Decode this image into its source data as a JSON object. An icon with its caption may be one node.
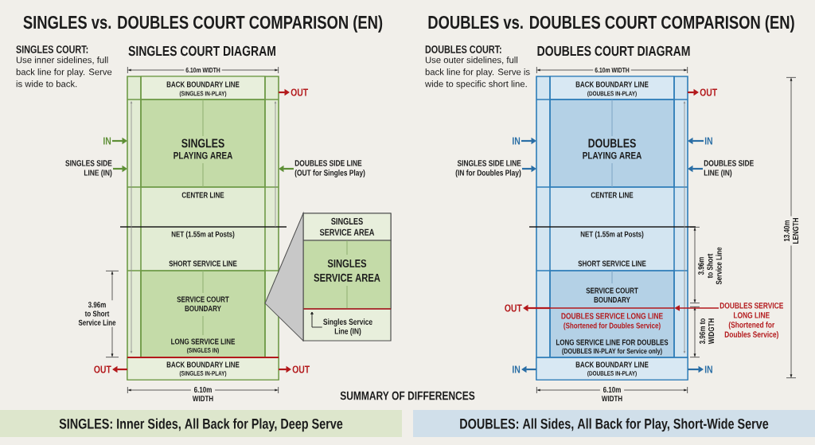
{
  "diagram": {
    "nodes": [
      {
        "text": [],
        "shape": "box"
      },
      {
        "text": [
          "BACK BOUNDARY LINE",
          "(SINGLES IN-PLAY)"
        ],
        "in": 0
      },
      {
        "text": [
          "SINGLES",
          "PLAYING AREA"
        ],
        "in": 0
      },
      {
        "text": [
          "SERVICE COURT BOUNDARY",
          "LONG SERVICE LINE",
          "(SINGLES IN)"
        ],
        "in": 0
      },
      {
        "text": [
          "BACK BOUNDARY LINE",
          "(SINGLES IN-PLAY)"
        ],
        "in": 0
      },
      {
        "text": [
          "IN"
        ]
      },
      {
        "text": [
          "SINGLES SIDE LINE (IN)"
        ]
      },
      {
        "text": [
          "OUT"
        ]
      },
      {
        "text": [
          "DOUBLES SIDE LINE (OUT for Singles Play)"
        ]
      },
      {
        "text": [
          "OUT"
        ]
      },
      {
        "text": [
          "OUT"
        ]
      },
      {
        "text": [],
        "shape": "box"
      },
      {
        "text": [
          "SINGLES SERVICE AREA"
        ],
        "in": 11
      },
      {
        "text": [
          "SINGLES SERVICE AREA"
        ],
        "in": 11
      },
      {
        "text": [
          "Singles Service Line (IN)"
        ],
        "in": 11
      },
      {
        "text": [],
        "shape": "box"
      },
      {
        "text": [
          "BACK BOUNDARY LINE",
          "(DOUBLES IN-PLAY)"
        ],
        "in": 15
      },
      {
        "text": [
          "DOUBLES",
          "PLAYING AREA"
        ],
        "in": 15
      },
      {
        "text": [
          "SERVICE COURT BOUNDARY",
          "DOUBLES SERVICE LONG LINE",
          "(Shortened for Doubles Service)",
          "LONG SERVICE LINE FOR DOUBLES",
          "(DOUBLES IN-PLAY for Service only)"
        ],
        "in": 15
      },
      {
        "text": [
          "BACK BOUNDARY LINE",
          "(DOUBLES IN-PLAY)"
        ],
        "in": 15
      },
      {
        "text": [
          "IN"
        ]
      },
      {
        "text": [
          "SINGLES SIDE LINE (IN for Doubles Play)"
        ]
      },
      {
        "text": [
          "IN"
        ]
      },
      {
        "text": [
          "DOUBLES SIDE LINE (IN)"
        ]
      },
      {
        "text": [
          "OUT"
        ]
      },
      {
        "text": [
          "OUT"
        ]
      },
      {
        "text": [
          "DOUBLES SERVICE LONG LINE",
          "(Shortened for Doubles Service)"
        ]
      },
      {
        "text": [
          "IN"
        ]
      },
      {
        "text": [
          "IN"
        ]
      },
      {
        "text": [
          "SINGLES: Inner Sides, All Back for Play, Deep Serve"
        ]
      },
      {
        "text": [
          "DOUBLES: All Sides, All Back for Play, Short-Wide Serve"
        ]
      }
    ],
    "edges": [
      {
        "from": 5,
        "to": 0,
        "arrow": "to",
        "color": "#5e8f36"
      },
      {
        "from": 6,
        "to": 0,
        "arrow": "to",
        "color": "#5e8f36"
      },
      {
        "from": 0,
        "to": 7,
        "arrow": "to",
        "color": "#b3191c"
      },
      {
        "from": 8,
        "to": 0,
        "arrow": "to",
        "color": "#5e8f36"
      },
      {
        "from": 0,
        "to": 9,
        "arrow": "to",
        "color": "#b3191c"
      },
      {
        "from": 0,
        "to": 10,
        "arrow": "to",
        "color": "#b3191c"
      },
      {
        "from": 3,
        "to": 11,
        "arrow": "none",
        "color": "#4f4f4f"
      },
      {
        "from": 14,
        "to": null,
        "arrow": "to",
        "color": "#1c1c1c"
      },
      {
        "from": 20,
        "to": 15,
        "arrow": "to",
        "color": "#2a6ea5"
      },
      {
        "from": 21,
        "to": 15,
        "arrow": "to",
        "color": "#2a6ea5"
      },
      {
        "from": 22,
        "to": 15,
        "arrow": "to",
        "color": "#2a6ea5"
      },
      {
        "from": 23,
        "to": 15,
        "arrow": "to",
        "color": "#2a6ea5"
      },
      {
        "from": 15,
        "to": 24,
        "arrow": "to",
        "color": "#b3191c"
      },
      {
        "from": 18,
        "to": 25,
        "arrow": "to",
        "color": "#b3191c"
      },
      {
        "from": 26,
        "to": 18,
        "arrow": "to",
        "color": "#b3191c"
      },
      {
        "from": 15,
        "to": 27,
        "arrow": "to",
        "color": "#2a6ea5"
      },
      {
        "from": 15,
        "to": 28,
        "arrow": "to",
        "color": "#2a6ea5"
      }
    ],
    "labels": [
      "SINGLES vs. DOUBLES COURT COMPARISON (EN)",
      "DOUBLES vs. DOUBLES COURT COMPARISON (EN)",
      "SINGLES COURT DIAGRAM",
      "DOUBLES COURT DIAGRAM",
      "6.10m WIDTH",
      "6.10m WIDTH",
      "SINGLES COURT:",
      "Use inner sidelines, full back line for play. Serve is wide to back.",
      "DOUBLES COURT:",
      "Use outer sidelines, full back line for play. Serve is wide to specific short line.",
      "CENTER LINE",
      "CENTER LINE",
      "NET (1.55m at Posts)",
      "NET (1.55m at Posts)",
      "SHORT SERVICE LINE",
      "SHORT SERVICE LINE",
      "3.96m to Short Service Line",
      "13.40m LENGTH",
      "3.96m to Short Service Line",
      "3.96m to WIDGTH",
      "6.10m WIDTH",
      "6.10m WIDTH",
      "SUMMARY OF DIFFERENCES"
    ]
  }
}
